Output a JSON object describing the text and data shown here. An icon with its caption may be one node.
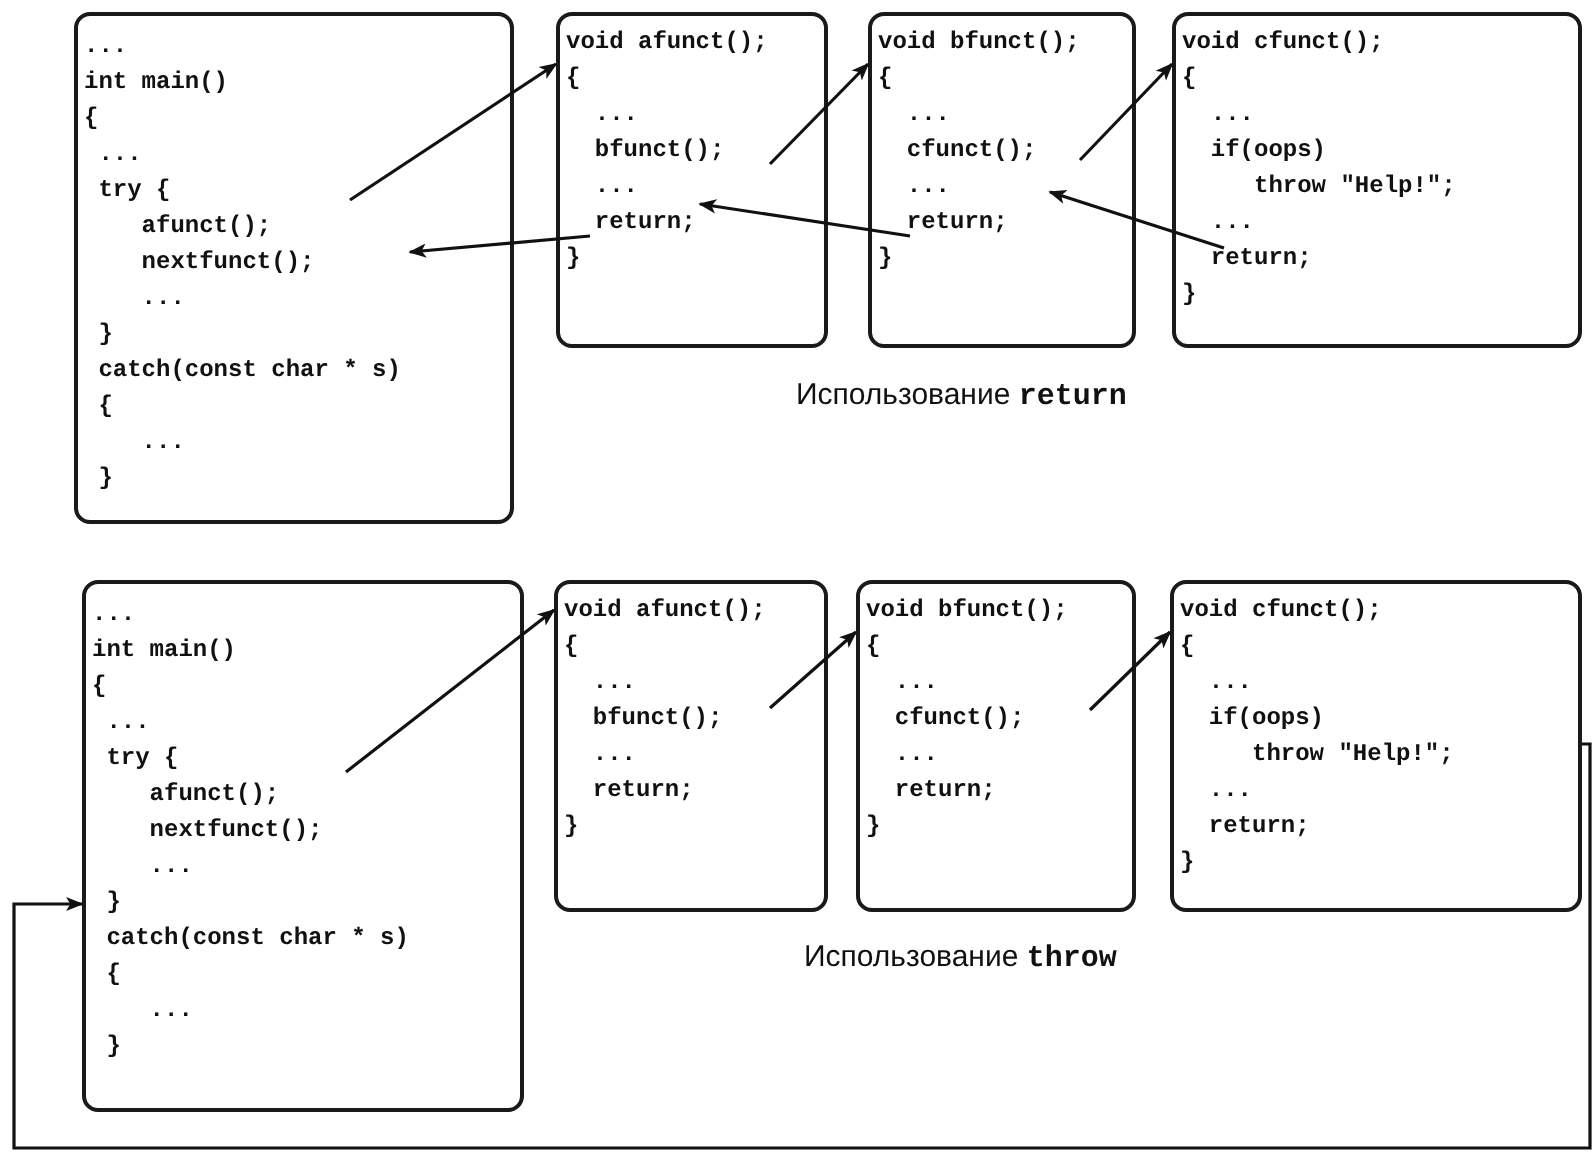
{
  "diagram": {
    "nodes": [
      {
        "text": [
          "...",
          "int main()",
          "{",
          " ...",
          " try {",
          "    afunct();",
          "    nextfunct();",
          "    ...",
          " }",
          " catch(const char * s)",
          " {",
          "    ...",
          " }"
        ]
      },
      {
        "text": [
          "void afunct();",
          "{",
          "  ...",
          "  bfunct();",
          "  ...",
          "  return;",
          "}"
        ]
      },
      {
        "text": [
          "void bfunct();",
          "{",
          "  ...",
          "  cfunct();",
          "  ...",
          "  return;",
          "}"
        ]
      },
      {
        "text": [
          "void cfunct();",
          "{",
          "  ...",
          "  if(oops)",
          "     throw \"Help!\";",
          "  ...",
          "  return;",
          "}"
        ]
      },
      {
        "text": [
          "...",
          "int main()",
          "{",
          " ...",
          " try {",
          "    afunct();",
          "    nextfunct();",
          "    ...",
          " }",
          " catch(const char * s)",
          " {",
          "    ...",
          " }"
        ]
      },
      {
        "text": [
          "void afunct();",
          "{",
          "  ...",
          "  bfunct();",
          "  ...",
          "  return;",
          "}"
        ]
      },
      {
        "text": [
          "void bfunct();",
          "{",
          "  ...",
          "  cfunct();",
          "  ...",
          "  return;",
          "}"
        ]
      },
      {
        "text": [
          "void cfunct();",
          "{",
          "  ...",
          "  if(oops)",
          "     throw \"Help!\";",
          "  ...",
          "  return;",
          "}"
        ]
      }
    ],
    "edges": [
      {
        "from": 0,
        "to": 1,
        "arrow": "to"
      },
      {
        "from": 1,
        "to": 2,
        "arrow": "to"
      },
      {
        "from": 2,
        "to": 3,
        "arrow": "to"
      },
      {
        "from": 3,
        "to": 2,
        "arrow": "to"
      },
      {
        "from": 2,
        "to": 1,
        "arrow": "to"
      },
      {
        "from": 1,
        "to": 0,
        "arrow": "to"
      },
      {
        "from": 4,
        "to": 5,
        "arrow": "to"
      },
      {
        "from": 5,
        "to": 6,
        "arrow": "to"
      },
      {
        "from": 6,
        "to": 7,
        "arrow": "to"
      },
      {
        "from": 7,
        "to": 4,
        "arrow": "to"
      }
    ],
    "labels": [
      "Использование **return**",
      "Использование **throw**"
    ]
  }
}
